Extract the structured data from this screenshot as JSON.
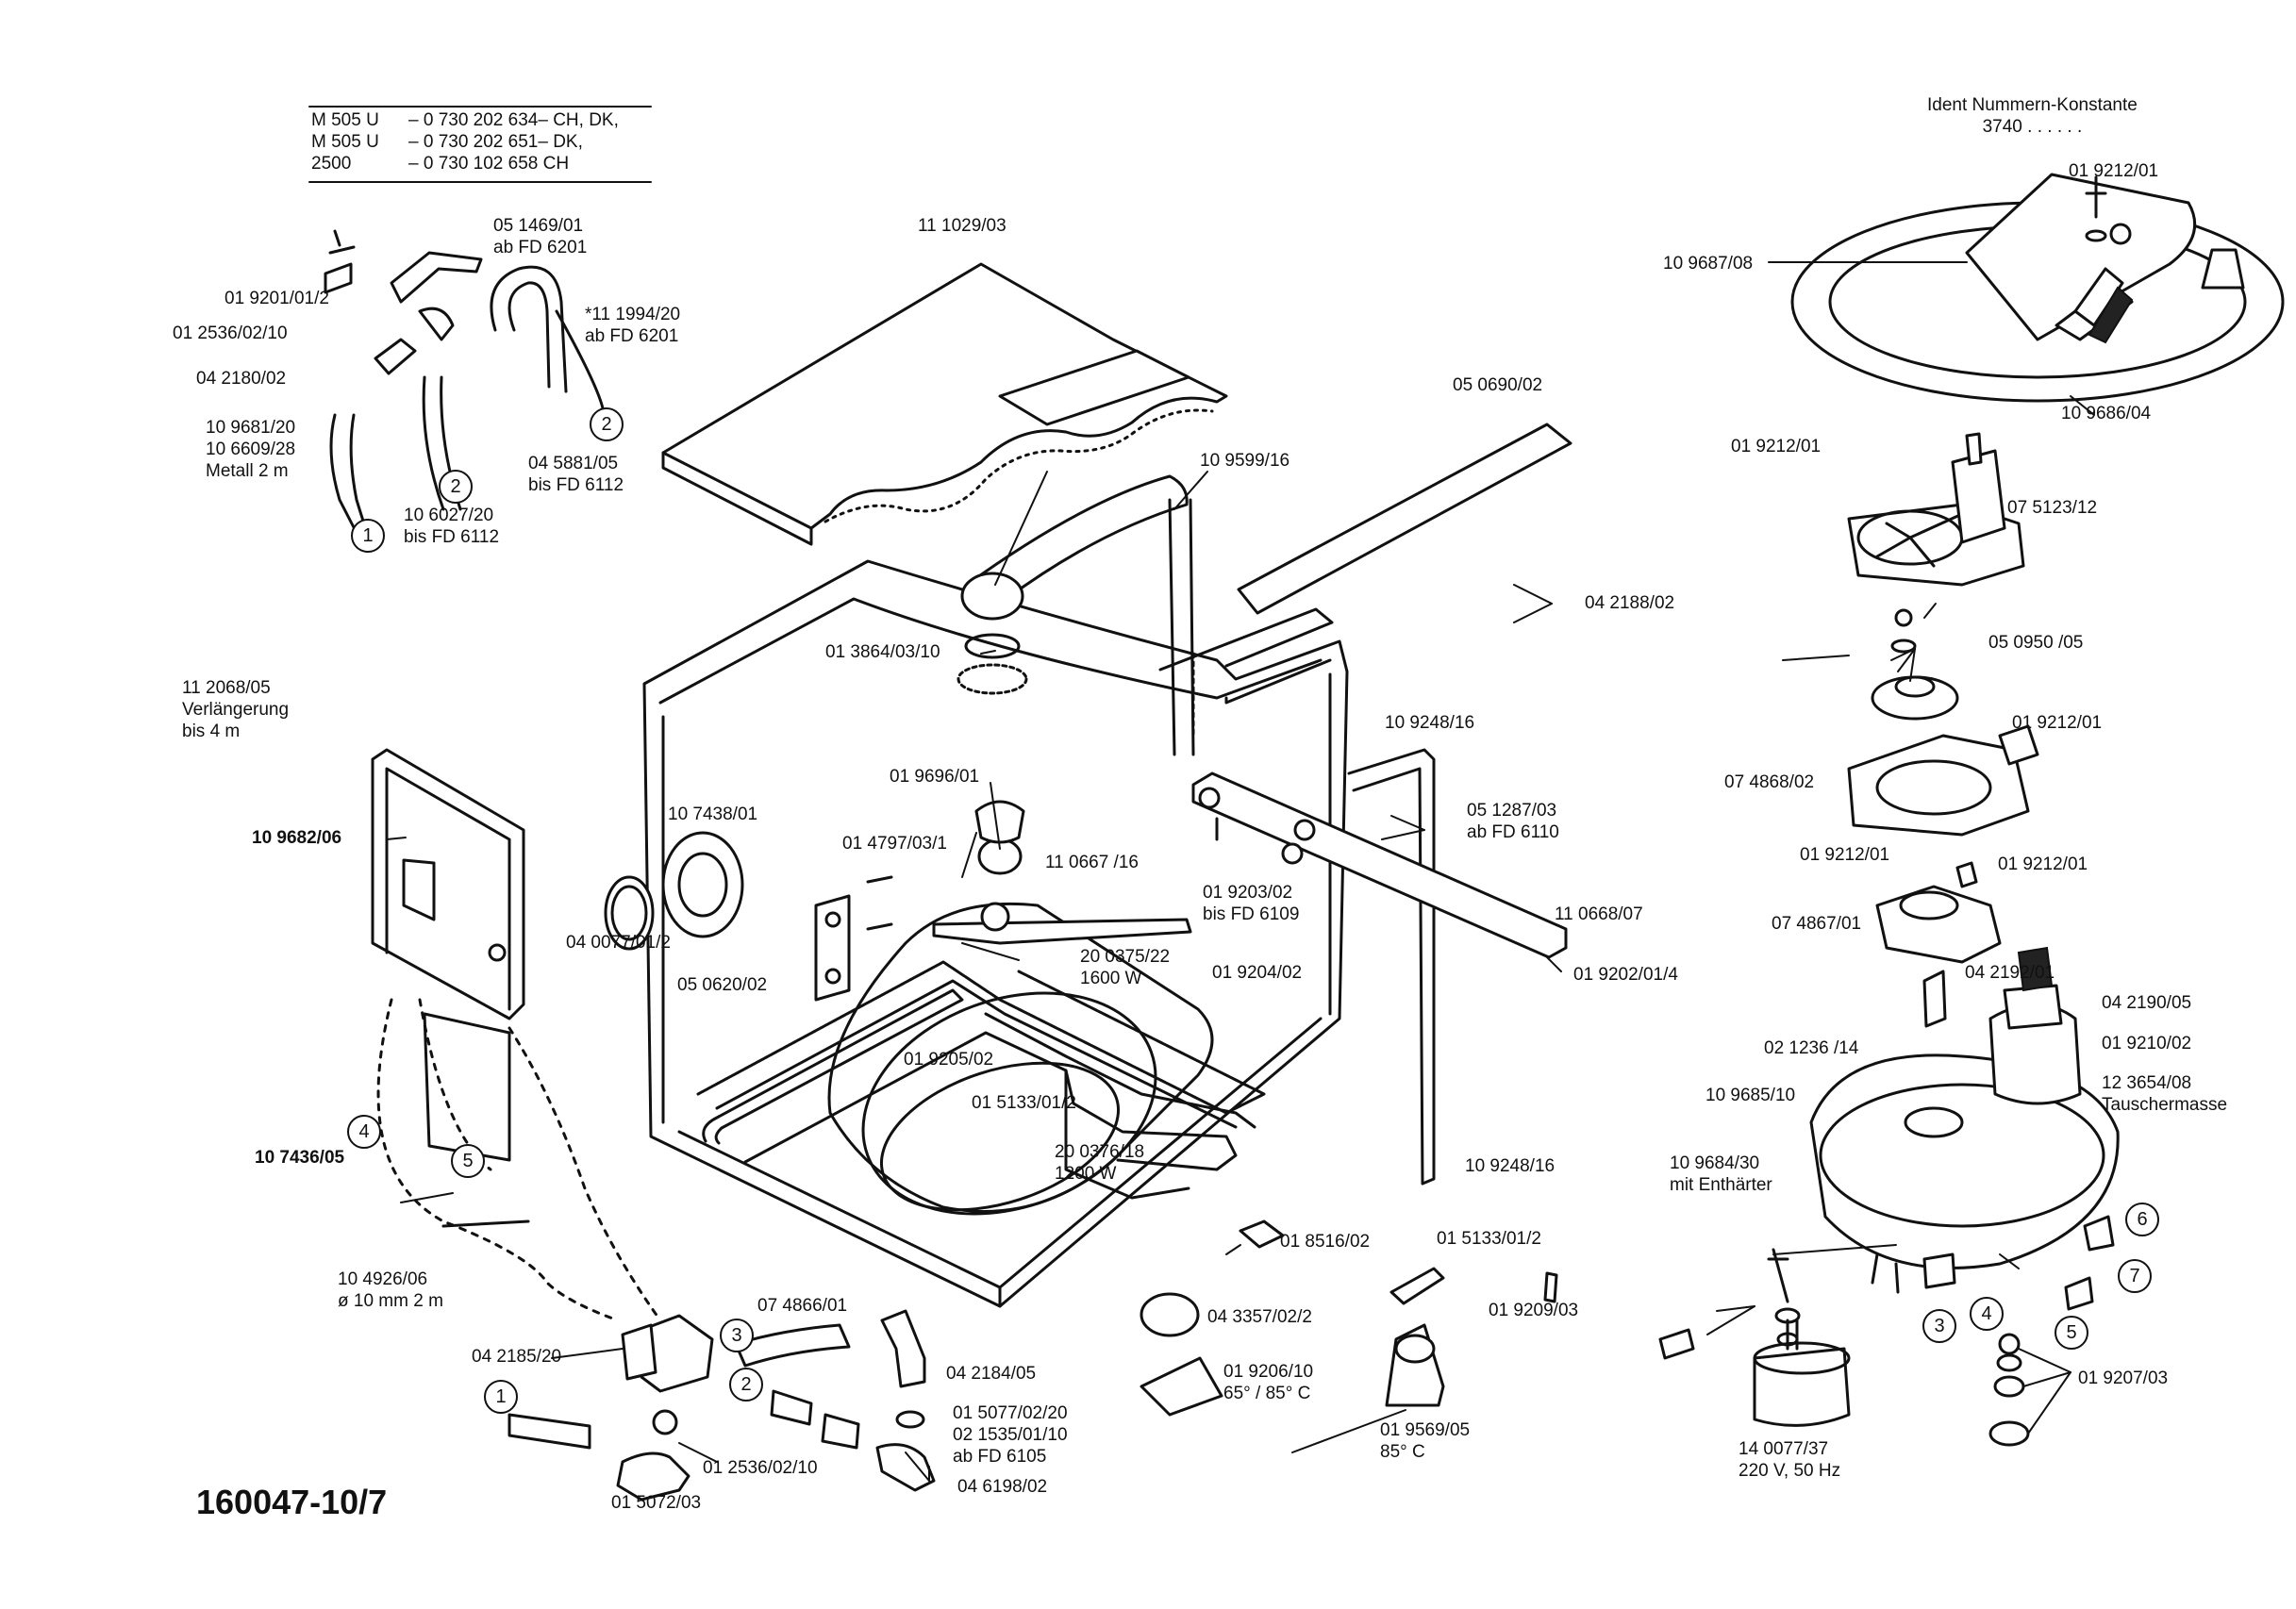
{
  "header": {
    "rows": [
      {
        "model": "M 505 U",
        "number": "– 0 730 202 634– CH, DK,"
      },
      {
        "model": "M 505 U",
        "number": "– 0 730 202 651– DK,"
      },
      {
        "model": "2500",
        "number": "– 0 730 102 658  CH"
      }
    ]
  },
  "ident": {
    "title": "Ident Nummern-Konstante",
    "value": "3740   . .    . . . ."
  },
  "drawing_number": "160047-10/7",
  "labels": [
    {
      "id": "p1",
      "lines": [
        "05 1469/01",
        "ab FD 6201"
      ]
    },
    {
      "id": "p2",
      "lines": [
        "11 1029/03"
      ]
    },
    {
      "id": "p3",
      "lines": [
        "01 9201/01/2"
      ]
    },
    {
      "id": "p4",
      "lines": [
        "01 2536/02/10"
      ]
    },
    {
      "id": "p5",
      "lines": [
        "*11 1994/20",
        "ab FD 6201"
      ]
    },
    {
      "id": "p6",
      "lines": [
        "04 2180/02"
      ]
    },
    {
      "id": "p7",
      "lines": [
        "10 9681/20",
        "10 6609/28",
        "Metall 2 m"
      ]
    },
    {
      "id": "p8",
      "lines": [
        "04 5881/05",
        "bis FD 6112"
      ]
    },
    {
      "id": "p9",
      "lines": [
        "10 6027/20",
        "bis FD 6112"
      ]
    },
    {
      "id": "p10",
      "lines": [
        "10 9599/16"
      ]
    },
    {
      "id": "p11",
      "lines": [
        "05 0690/02"
      ]
    },
    {
      "id": "p12",
      "lines": [
        "01 3864/03/10"
      ]
    },
    {
      "id": "p13",
      "lines": [
        "04 2188/02"
      ]
    },
    {
      "id": "p14",
      "lines": [
        "11 2068/05",
        "Verlängerung",
        "bis 4 m"
      ]
    },
    {
      "id": "p15",
      "lines": [
        "10 9248/16"
      ]
    },
    {
      "id": "p16",
      "lines": [
        "01 9696/01"
      ]
    },
    {
      "id": "p17",
      "lines": [
        "10 9682/06"
      ]
    },
    {
      "id": "p18",
      "lines": [
        "10 7438/01"
      ]
    },
    {
      "id": "p19",
      "lines": [
        "01 4797/03/1"
      ]
    },
    {
      "id": "p20",
      "lines": [
        "11 0667 /16"
      ]
    },
    {
      "id": "p21",
      "lines": [
        "05 1287/03",
        "ab FD 6110"
      ]
    },
    {
      "id": "p22",
      "lines": [
        "04 0077/01/2"
      ]
    },
    {
      "id": "p23",
      "lines": [
        "01 9203/02",
        "bis FD 6109"
      ]
    },
    {
      "id": "p24",
      "lines": [
        "11 0668/07"
      ]
    },
    {
      "id": "p25",
      "lines": [
        "05 0620/02"
      ]
    },
    {
      "id": "p26",
      "lines": [
        "20 0375/22",
        "1600 W"
      ]
    },
    {
      "id": "p27",
      "lines": [
        "01 9204/02"
      ]
    },
    {
      "id": "p28",
      "lines": [
        "01 9202/01/4"
      ]
    },
    {
      "id": "p29",
      "lines": [
        "01 9205/02"
      ]
    },
    {
      "id": "p30",
      "lines": [
        "01 5133/01/2"
      ]
    },
    {
      "id": "p31",
      "lines": [
        "10 7436/05"
      ]
    },
    {
      "id": "p32",
      "lines": [
        "20 0376/18",
        "1200 W"
      ]
    },
    {
      "id": "p33",
      "lines": [
        "10 9248/16"
      ]
    },
    {
      "id": "p34",
      "lines": [
        "01 8516/02"
      ]
    },
    {
      "id": "p35",
      "lines": [
        "01 5133/01/2"
      ]
    },
    {
      "id": "p36",
      "lines": [
        "10 4926/06",
        "ø 10 mm 2 m"
      ]
    },
    {
      "id": "p37",
      "lines": [
        "07 4866/01"
      ]
    },
    {
      "id": "p38",
      "lines": [
        "04 3357/02/2"
      ]
    },
    {
      "id": "p39",
      "lines": [
        "01 9206/10",
        "65° / 85° C"
      ]
    },
    {
      "id": "p40",
      "lines": [
        "04 2185/20"
      ]
    },
    {
      "id": "p41",
      "lines": [
        "04 2184/05"
      ]
    },
    {
      "id": "p42",
      "lines": [
        "01 5077/02/20",
        "02 1535/01/10",
        "ab FD 6105"
      ]
    },
    {
      "id": "p43",
      "lines": [
        "01 2536/02/10"
      ]
    },
    {
      "id": "p44",
      "lines": [
        "01 9569/05",
        "85° C"
      ]
    },
    {
      "id": "p45",
      "lines": [
        "04 6198/02"
      ]
    },
    {
      "id": "p46",
      "lines": [
        "01 5072/03"
      ]
    },
    {
      "id": "p47",
      "lines": [
        "01 9212/01"
      ]
    },
    {
      "id": "p48",
      "lines": [
        "10 9687/08"
      ]
    },
    {
      "id": "p49",
      "lines": [
        "10 9686/04"
      ]
    },
    {
      "id": "p50",
      "lines": [
        "01 9212/01"
      ]
    },
    {
      "id": "p51",
      "lines": [
        "07 5123/12"
      ]
    },
    {
      "id": "p52",
      "lines": [
        "05 0950 /05"
      ]
    },
    {
      "id": "p53",
      "lines": [
        "01 9212/01"
      ]
    },
    {
      "id": "p54",
      "lines": [
        "07 4868/02"
      ]
    },
    {
      "id": "p55",
      "lines": [
        "01 9212/01"
      ]
    },
    {
      "id": "p56",
      "lines": [
        "01 9212/01"
      ]
    },
    {
      "id": "p57",
      "lines": [
        "07 4867/01"
      ]
    },
    {
      "id": "p58",
      "lines": [
        "04 2192/01"
      ]
    },
    {
      "id": "p59",
      "lines": [
        "04 2190/05"
      ]
    },
    {
      "id": "p60",
      "lines": [
        "02 1236 /14"
      ]
    },
    {
      "id": "p61",
      "lines": [
        "01 9210/02"
      ]
    },
    {
      "id": "p62",
      "lines": [
        "12 3654/08",
        "Tauschermasse"
      ]
    },
    {
      "id": "p63",
      "lines": [
        "10 9685/10"
      ]
    },
    {
      "id": "p64",
      "lines": [
        "10 9684/30",
        "mit Enthärter"
      ]
    },
    {
      "id": "p65",
      "lines": [
        "01 9209/03"
      ]
    },
    {
      "id": "p66",
      "lines": [
        "01 9207/03"
      ]
    },
    {
      "id": "p67",
      "lines": [
        "14 0077/37",
        "220 V, 50 Hz"
      ]
    }
  ],
  "callouts": [
    {
      "id": "c1",
      "text": "1"
    },
    {
      "id": "c2",
      "text": "2"
    },
    {
      "id": "c3",
      "text": "2"
    },
    {
      "id": "c4",
      "text": "4"
    },
    {
      "id": "c5",
      "text": "5"
    },
    {
      "id": "c6",
      "text": "3"
    },
    {
      "id": "c7",
      "text": "2"
    },
    {
      "id": "c8",
      "text": "1"
    },
    {
      "id": "c9",
      "text": "6"
    },
    {
      "id": "c10",
      "text": "7"
    },
    {
      "id": "c11",
      "text": "3"
    },
    {
      "id": "c12",
      "text": "4"
    },
    {
      "id": "c13",
      "text": "5"
    }
  ]
}
